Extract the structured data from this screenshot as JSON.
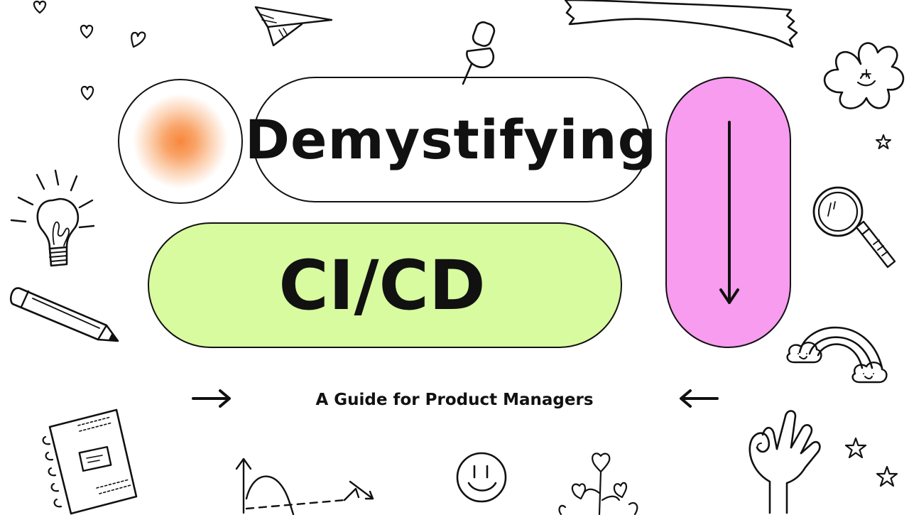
{
  "title_line1": "Demystifying",
  "title_line2": "CI/CD",
  "subtitle": "A Guide for Product Managers",
  "colors": {
    "background": "#ffffff",
    "ci_cd_pill": "#d8fb9f",
    "pink_pill": "#f79cee",
    "orb_center": "#f7873c",
    "ink": "#111111"
  },
  "icons": [
    "heart-icon",
    "paper-plane-icon",
    "pushpin-icon",
    "ribbon-banner-icon",
    "flower-icon",
    "star-icon",
    "lightbulb-icon",
    "magnifier-icon",
    "pencil-icon",
    "rainbow-icon",
    "notebook-icon",
    "graph-doodle-icon",
    "smiley-icon",
    "heart-plant-icon",
    "ok-hand-icon",
    "arrow-right-icon",
    "arrow-left-icon",
    "arrow-down-icon"
  ]
}
